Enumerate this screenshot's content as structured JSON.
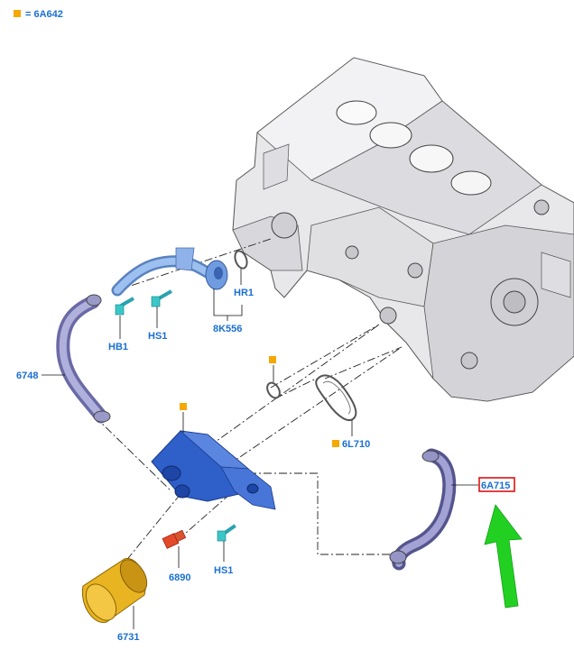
{
  "legend": {
    "symbol_color": "#f5a800",
    "text": "= 6A642"
  },
  "colors": {
    "label": "#1a6fd4",
    "block": "#e9e9ec",
    "cooler": "#3c6fd8",
    "filter": "#e6b020",
    "hose": "#8c8cc4",
    "pipe": "#7aa6e6",
    "bolt": "#3bc7c7",
    "adapter": "#e24a2a",
    "marker": "#f5a800",
    "highlight_box": "#e01010",
    "arrow": "#22d022"
  },
  "parts": {
    "HB1": "HB1",
    "HS1_top": "HS1",
    "HR1": "HR1",
    "8K556": "8K556",
    "6748": "6748",
    "6L710": "6L710",
    "6A715": "6A715",
    "6890": "6890",
    "HS1_bottom": "HS1",
    "6731": "6731"
  },
  "highlighted_part": "6A715"
}
